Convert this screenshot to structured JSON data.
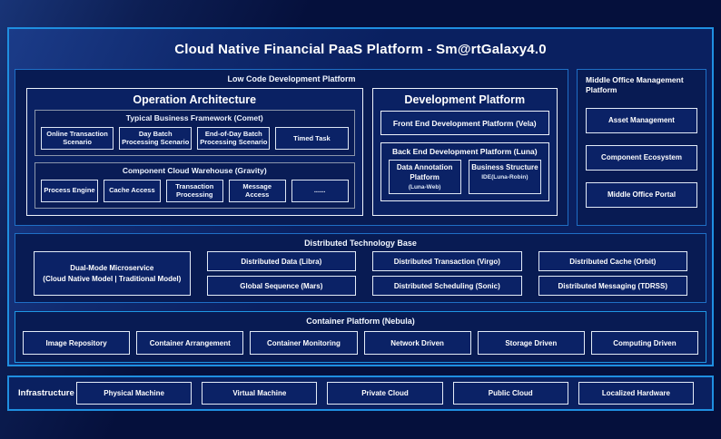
{
  "title": "Cloud Native Financial PaaS Platform - Sm@rtGalaxy4.0",
  "colors": {
    "background": "#05103c",
    "panel": "#0a2060",
    "outer_border": "#1f8fe0",
    "section_border": "#1f6fc6",
    "chip_border": "#e3ebf7",
    "group_border": "#8b96ab",
    "text": "#ffffff"
  },
  "low_code": {
    "label": "Low Code Development Platform",
    "operation_architecture": {
      "title": "Operation Architecture",
      "typical_business_framework": {
        "title": "Typical Business Framework (Comet)",
        "items": [
          "Online Transaction Scenario",
          "Day Batch Processing Scenario",
          "End-of-Day Batch Processing Scenario",
          "Timed Task"
        ]
      },
      "component_cloud_warehouse": {
        "title": "Component Cloud Warehouse (Gravity)",
        "items": [
          "Process Engine",
          "Cache Access",
          "Transaction Processing",
          "Message Access",
          "......"
        ]
      }
    },
    "development_platform": {
      "title": "Development Platform",
      "front_end_label": "Front End Development Platform (Vela)",
      "back_end": {
        "title": "Back End Development Platform (Luna)",
        "items": [
          {
            "name": "Data Annotation Platform",
            "sub": "(Luna-Web)"
          },
          {
            "name": "Business Structure",
            "sub": "IDE(Luna-Robin)"
          }
        ]
      }
    }
  },
  "middle_office": {
    "label": "Middle Office Management Platform",
    "items": [
      "Asset Management",
      "Component Ecosystem",
      "Middle Office Portal"
    ]
  },
  "distributed_base": {
    "label": "Distributed Technology Base",
    "dual_mode": {
      "line1": "Dual-Mode Microservice",
      "line2": "(Cloud Native Model | Traditional Model)"
    },
    "rows": [
      [
        "Distributed Data (Libra)",
        "Distributed Transaction (Virgo)",
        "Distributed Cache (Orbit)"
      ],
      [
        "Global Sequence (Mars)",
        "Distributed Scheduling (Sonic)",
        "Distributed Messaging (TDRSS)"
      ]
    ]
  },
  "container_platform": {
    "label": "Container Platform (Nebula)",
    "items": [
      "Image Repository",
      "Container Arrangement",
      "Container Monitoring",
      "Network Driven",
      "Storage Driven",
      "Computing Driven"
    ]
  },
  "infrastructure": {
    "label": "Infrastructure",
    "items": [
      "Physical Machine",
      "Virtual Machine",
      "Private Cloud",
      "Public Cloud",
      "Localized Hardware"
    ]
  }
}
